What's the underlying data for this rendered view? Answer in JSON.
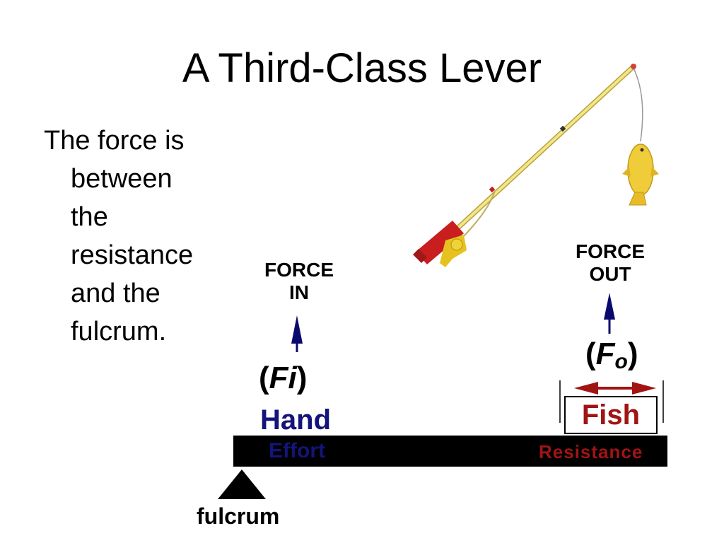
{
  "slide": {
    "title": "A Third-Class Lever",
    "body_lines": [
      "The force is",
      "between",
      "the",
      "resistance",
      "and the",
      "fulcrum."
    ]
  },
  "diagram": {
    "force_in": [
      "FORCE",
      "IN"
    ],
    "force_out": [
      "FORCE",
      "OUT"
    ],
    "fi_open": "(",
    "fi_symbol": "Fi",
    "fi_close": ")",
    "fo_open": "(",
    "fo_symbol": "F",
    "fo_subscript": "o",
    "fo_close": ")",
    "hand_label": "Hand",
    "effort_label": "Effort",
    "fish_label": "Fish",
    "resistance_label": "Resistance",
    "fulcrum_label": "fulcrum",
    "colors": {
      "effort_blue": "#14147a",
      "resistance_red": "#a01414",
      "arrow_blue": "#0a0a6e",
      "lever_black": "#000000"
    },
    "icons": [
      "fishing-rod-icon",
      "fish-icon",
      "fulcrum-triangle-icon"
    ]
  }
}
